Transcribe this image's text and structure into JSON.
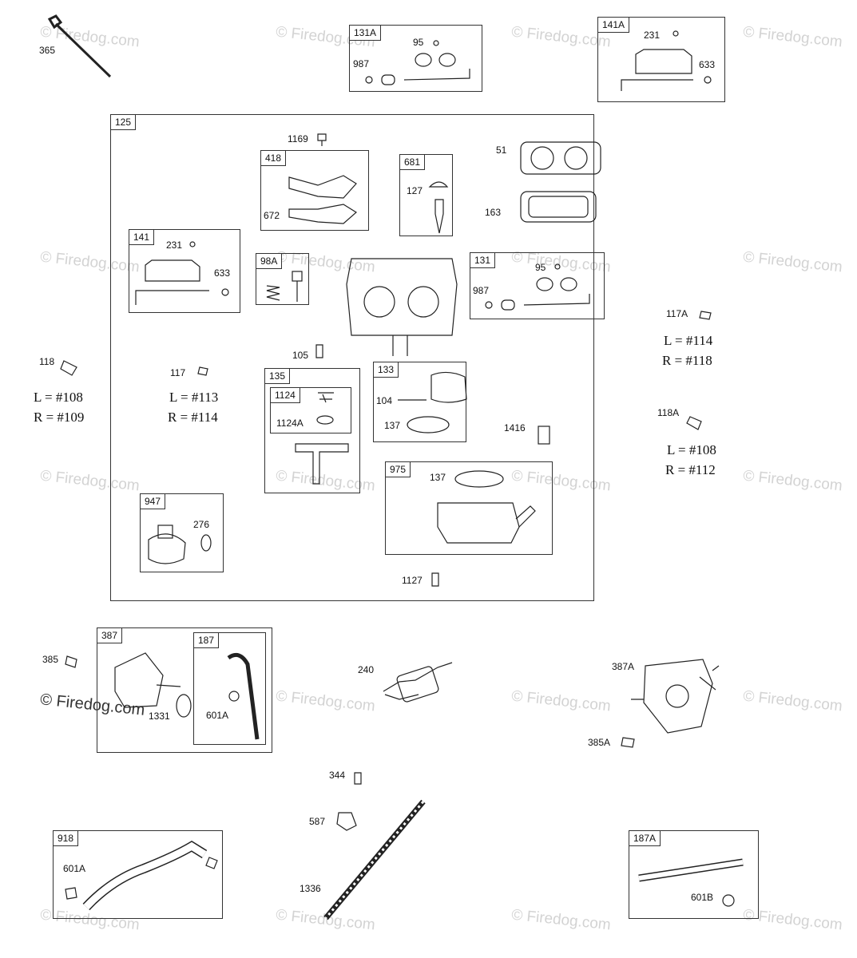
{
  "watermark": "© Firedog.com",
  "watermark_dark": "© Firedog.com",
  "main_group": "125",
  "boxes": {
    "b131A": "131A",
    "b141A": "141A",
    "b418": "418",
    "b681": "681",
    "b141": "141",
    "b98A": "98A",
    "b131": "131",
    "b135": "135",
    "b1124": "1124",
    "b133": "133",
    "b975": "975",
    "b947": "947",
    "b387": "387",
    "b187": "187",
    "b918": "918",
    "b187A": "187A"
  },
  "labels": {
    "l365": "365",
    "l95a": "95",
    "l987a": "987",
    "l231a": "231",
    "l633a": "633",
    "l1169": "1169",
    "l51": "51",
    "l163": "163",
    "l672": "672",
    "l127": "127",
    "l231b": "231",
    "l633b": "633",
    "l95b": "95",
    "l987b": "987",
    "l118": "118",
    "l117": "117",
    "l105": "105",
    "l104": "104",
    "l137a": "137",
    "l1124A": "1124A",
    "l1416": "1416",
    "l137b": "137",
    "l276": "276",
    "l1127": "1127",
    "l117A": "117A",
    "l118A": "118A",
    "l385": "385",
    "l1331": "1331",
    "l601Aa": "601A",
    "l240": "240",
    "l387A": "387A",
    "l385A": "385A",
    "l344": "344",
    "l587": "587",
    "l1336": "1336",
    "l601Ab": "601A",
    "l601B": "601B"
  },
  "notes": {
    "n118L": "L = #108",
    "n118R": "R = #109",
    "n117L": "L = #113",
    "n117R": "R = #114",
    "n117AL": "L = #114",
    "n117AR": "R = #118",
    "n118AL": "L = #108",
    "n118AR": "R = #112"
  }
}
